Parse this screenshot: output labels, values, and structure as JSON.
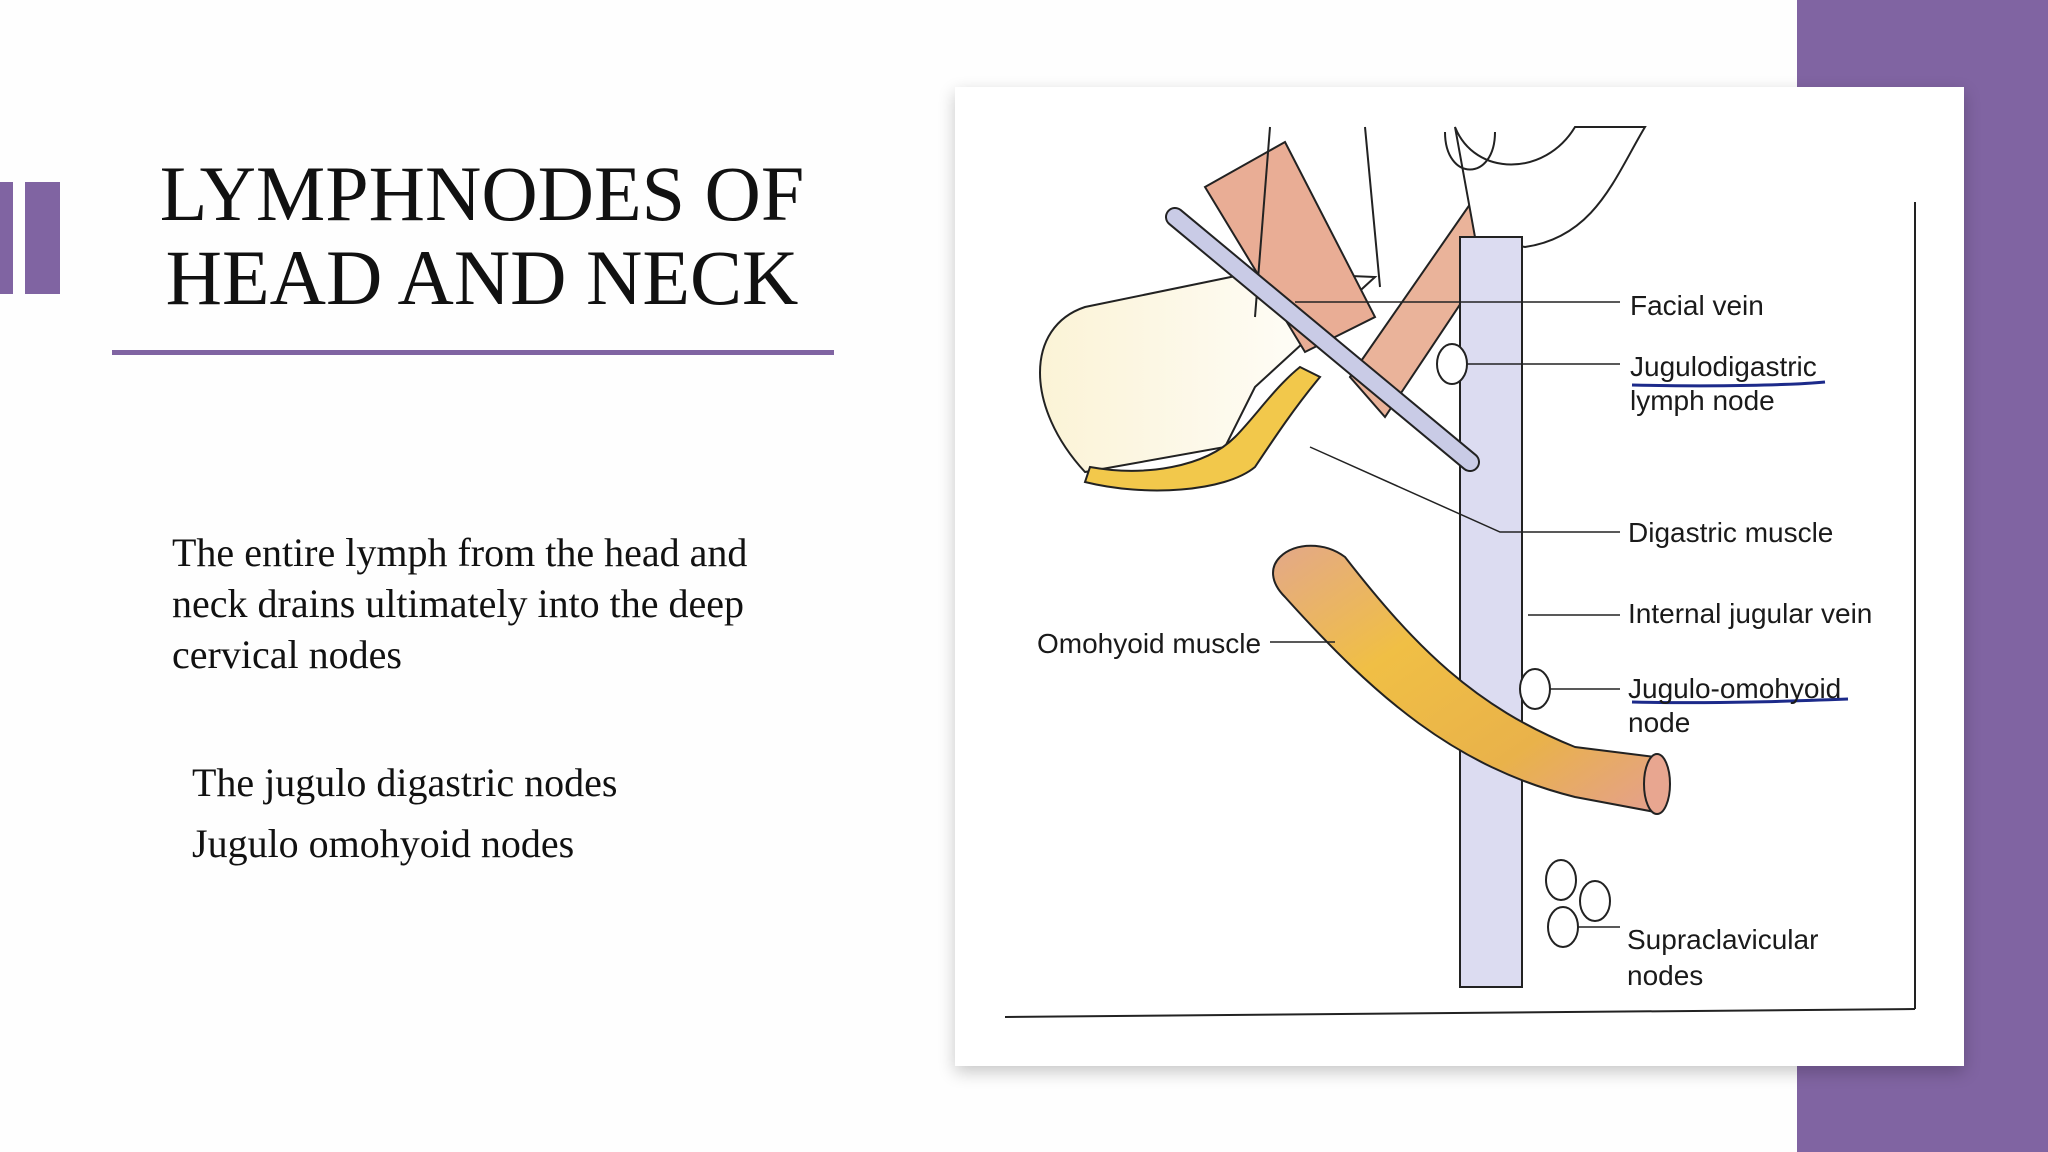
{
  "slide": {
    "title_line1": "LYMPHNODES OF",
    "title_line2": "HEAD AND NECK",
    "body": "The entire lymph from the head and neck drains ultimately into the deep cervical nodes",
    "nodes": [
      "The jugulo digastric nodes",
      "Jugulo omohyoid nodes"
    ],
    "accent_color": "#8064a2"
  },
  "figure": {
    "labels": {
      "facial_vein": "Facial vein",
      "jugulodigastric_1": "Jugulodigastric",
      "jugulodigastric_2": "lymph node",
      "digastric_muscle": "Digastric muscle",
      "internal_jugular_vein": "Internal jugular vein",
      "omohyoid_muscle": "Omohyoid muscle",
      "jugulo_omohyoid_1": "Jugulo-omohyoid",
      "jugulo_omohyoid_2": "node",
      "supraclavicular_1": "Supraclavicular",
      "supraclavicular_2": "nodes"
    },
    "muscle_color": "#e8b08f",
    "tendon_color": "#f2c84b",
    "vein_color": "#c9cbe6"
  }
}
